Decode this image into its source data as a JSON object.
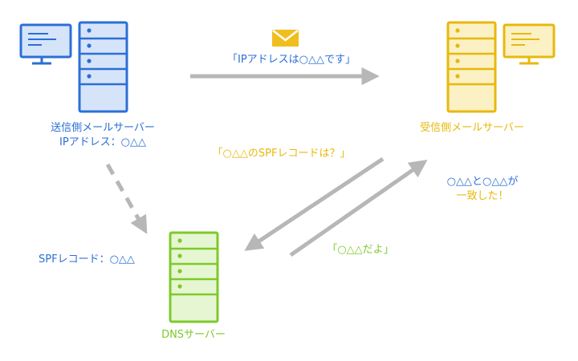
{
  "colors": {
    "sender": "#2b6fd6",
    "sender_fill": "#d6e4fa",
    "receiver": "#e8b80c",
    "receiver_fill": "#fbf1c4",
    "dns": "#7ec92a",
    "dns_fill": "#e6f6d2",
    "arrow": "#b7b7b7"
  },
  "sender": {
    "name": "送信側メールサーバー",
    "ip": "IPアドレス：○△△"
  },
  "receiver": {
    "name": "受信側メールサーバー"
  },
  "dns": {
    "name": "DNSサーバー",
    "spf": "SPFレコード：○△△"
  },
  "messages": {
    "mail_claim": "「IPアドレスは○△△です」",
    "spf_query": "「○△△のSPFレコードは？」",
    "spf_answer": "「○△△だよ」"
  },
  "result": {
    "line1": "○△△と○△△が",
    "line2": "一致した！"
  },
  "icons": [
    "monitor-icon",
    "server-icon",
    "envelope-icon"
  ]
}
